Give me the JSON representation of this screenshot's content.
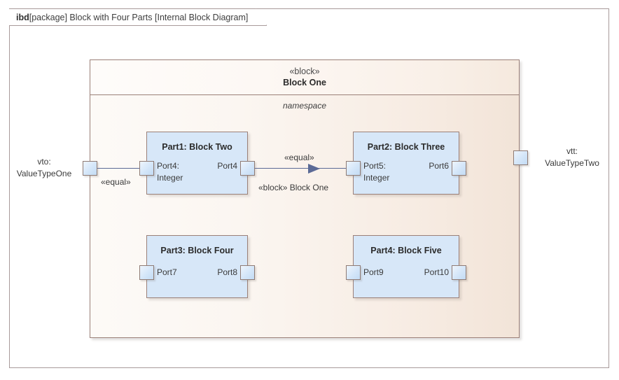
{
  "frame": {
    "kind": "ibd",
    "rest": "[package] Block with Four Parts [Internal Block Diagram]"
  },
  "block_one": {
    "stereotype": "«block»",
    "name": "Block One",
    "compartment_label": "namespace"
  },
  "parts": [
    {
      "id": "part1",
      "title": "Part1: Block Two",
      "left_port_label": "Port4:\nInteger",
      "right_port_label": "Port4"
    },
    {
      "id": "part2",
      "title": "Part2: Block Three",
      "left_port_label": "Port5:\nInteger",
      "right_port_label": "Port6"
    },
    {
      "id": "part3",
      "title": "Part3: Block Four",
      "left_port_label": "Port7",
      "right_port_label": "Port8"
    },
    {
      "id": "part4",
      "title": "Part4: Block Five",
      "left_port_label": "Port9",
      "right_port_label": "Port10"
    }
  ],
  "connectors": {
    "left_external": {
      "label": "«equal»"
    },
    "middle": {
      "label_above": "«equal»",
      "label_below": "«block» Block One"
    }
  },
  "value_properties": [
    {
      "id": "vto",
      "text": "vto:\nValueTypeOne"
    },
    {
      "id": "vtt",
      "text": "vtt:\nValueTypeTwo"
    }
  ],
  "colors": {
    "block_border": "#9b8078",
    "part_fill": "#d7e7f8",
    "connector": "#5b6a96",
    "frame_border": "#a89a9a"
  }
}
